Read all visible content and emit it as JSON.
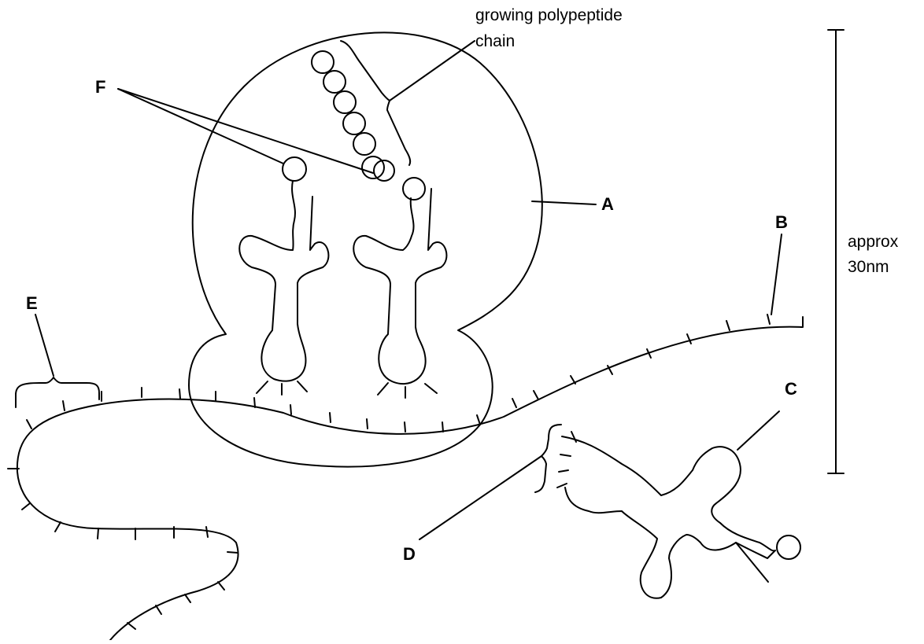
{
  "labels": {
    "A": "A",
    "B": "B",
    "C": "C",
    "D": "D",
    "E": "E",
    "F": "F"
  },
  "chain_label": {
    "line1": "growing polypeptide",
    "line2": "chain"
  },
  "scale": {
    "line1": "approx",
    "line2": "30nm"
  },
  "colors": {
    "stroke": "#000000",
    "background": "#ffffff"
  }
}
